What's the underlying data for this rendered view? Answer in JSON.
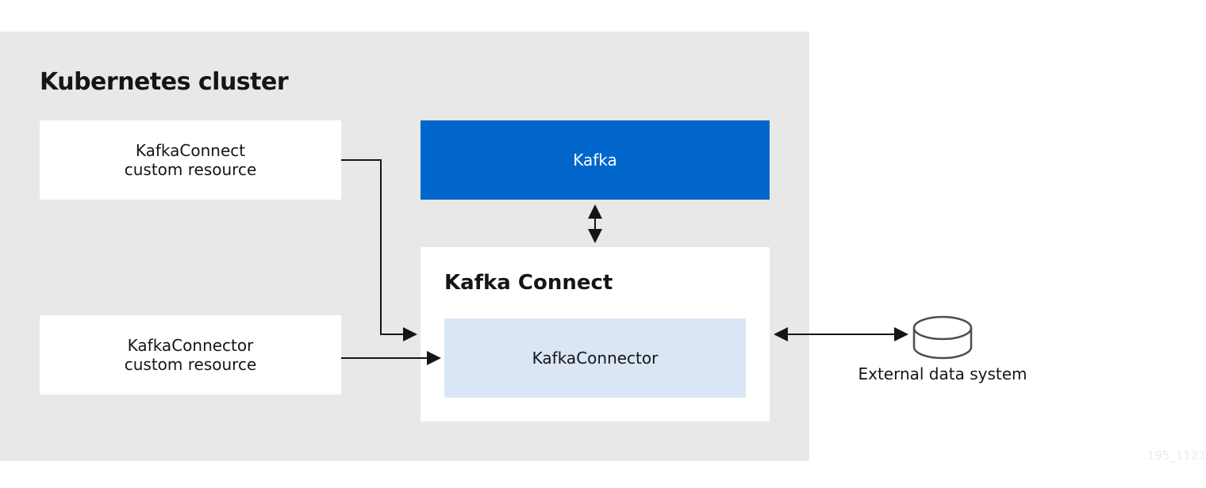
{
  "diagram": {
    "cluster_title": "Kubernetes cluster",
    "kafkaconnect_resource": "KafkaConnect\ncustom resource",
    "kafkaconnector_resource": "KafkaConnector\ncustom resource",
    "kafka": "Kafka",
    "kafka_connect": "Kafka Connect",
    "kafka_connector": "KafkaConnector",
    "external_system": "External data system",
    "figure_id": "195_1121"
  },
  "colors": {
    "cluster_background": "#e8e8e8",
    "kafka_box": "#0066cc",
    "connector_box": "#dae6f5",
    "line": "#151515",
    "database_stroke": "#4d4d4d"
  },
  "icons": {
    "external_system": "database-cylinder-icon"
  }
}
